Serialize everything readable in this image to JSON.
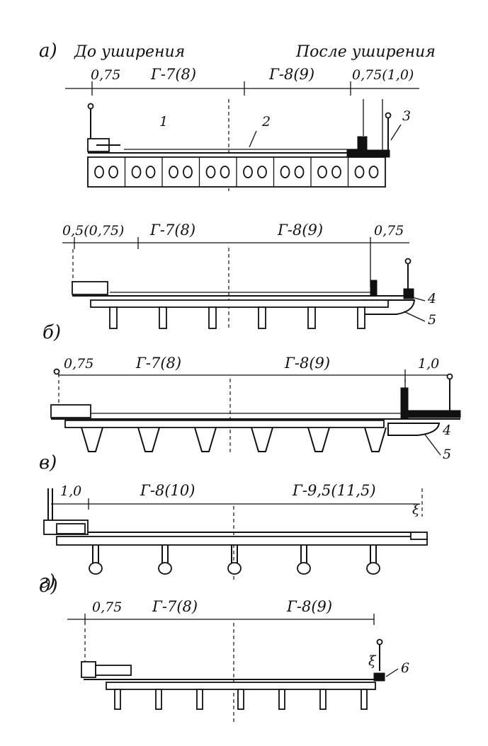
{
  "sections": [
    {
      "letter": "а)",
      "before_heading": "До уширения",
      "after_heading": "После уширения",
      "dims": [
        "0,75",
        "Г-7(8)",
        "Г-8(9)",
        "0,75(1,0)"
      ],
      "callouts": [
        "1",
        "2",
        "3"
      ]
    },
    {
      "letter": "б)",
      "dims": [
        "0,5(0,75)",
        "Г-7(8)",
        "Г-8(9)",
        "0,75"
      ],
      "callouts": [
        "4",
        "5"
      ]
    },
    {
      "letter": "в)",
      "dims": [
        "0,75",
        "Г-7(8)",
        "Г-8(9)",
        "1,0"
      ],
      "callouts": [
        "4",
        "5"
      ]
    },
    {
      "letter": "г)",
      "dims": [
        "1,0",
        "Г-8(10)",
        "Г-9,5(11,5)"
      ],
      "callouts": []
    },
    {
      "letter": "д)",
      "dims": [
        "0,75",
        "Г-7(8)",
        "Г-8(9)"
      ],
      "callouts": [
        "6"
      ]
    }
  ],
  "colors": {
    "ink": "#111111",
    "paper": "#ffffff"
  }
}
